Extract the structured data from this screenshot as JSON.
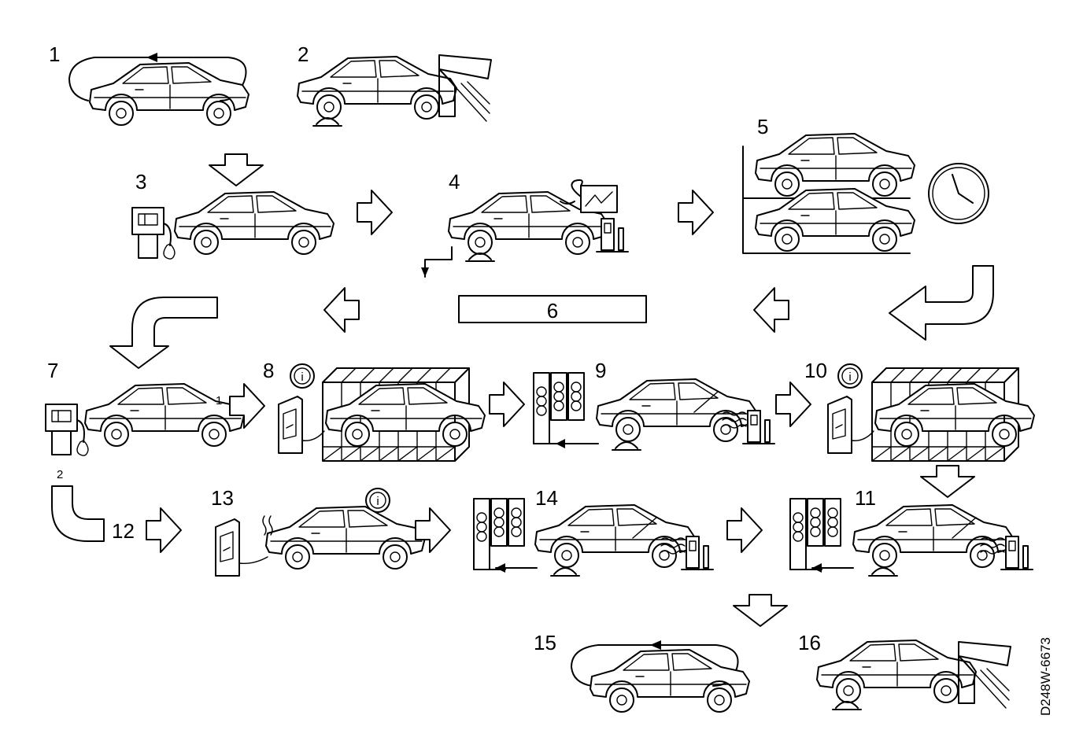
{
  "steps": {
    "s1": "1",
    "s2": "2",
    "s3": "3",
    "s4": "4",
    "s5": "5",
    "s6": "6",
    "s7": "7",
    "s8": "8",
    "s9": "9",
    "s10": "10",
    "s11": "11",
    "s12": "12",
    "s13": "13",
    "s14": "14",
    "s15": "15",
    "s16": "16"
  },
  "sub_labels": {
    "branch_1": "1",
    "branch_2": "2"
  },
  "info_symbol": "i",
  "figure_code": "D248W-6673",
  "colors": {
    "line": "#000000",
    "background": "#ffffff"
  }
}
